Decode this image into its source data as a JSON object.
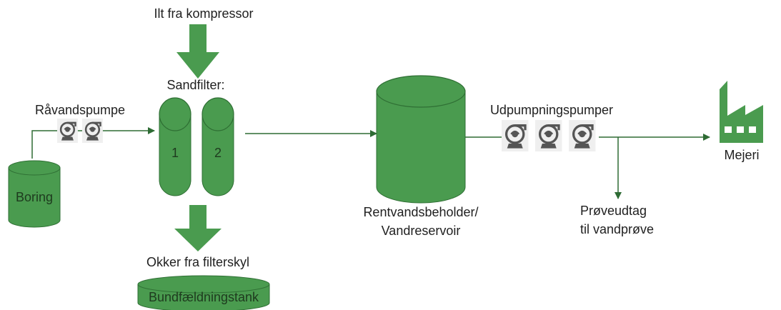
{
  "colors": {
    "green_fill": "#4a9b4f",
    "green_dark": "#2f6f34",
    "line": "#2e6b34",
    "pump_gray": "#5a5a5a",
    "text": "#1f1f1f"
  },
  "labels": {
    "compressor": "Ilt fra kompressor",
    "sandfilter": "Sandfilter:",
    "raw_pump": "Råvandspumpe",
    "boring": "Boring",
    "filter_1": "1",
    "filter_2": "2",
    "ochre": "Okker fra filterskyl",
    "settling_tank": "Bundfældningstank",
    "reservoir_line1": "Rentvandsbeholder/",
    "reservoir_line2": "Vandreservoir",
    "out_pumps": "Udpumpningspumper",
    "dairy": "Mejeri",
    "sample_line1": "Prøveudtag",
    "sample_line2": "til vandprøve"
  },
  "icons": {
    "raw_pumps": [
      "pump-icon",
      "pump-icon"
    ],
    "out_pumps": [
      "pump-icon",
      "pump-icon",
      "pump-icon"
    ],
    "factory": "factory-icon"
  }
}
